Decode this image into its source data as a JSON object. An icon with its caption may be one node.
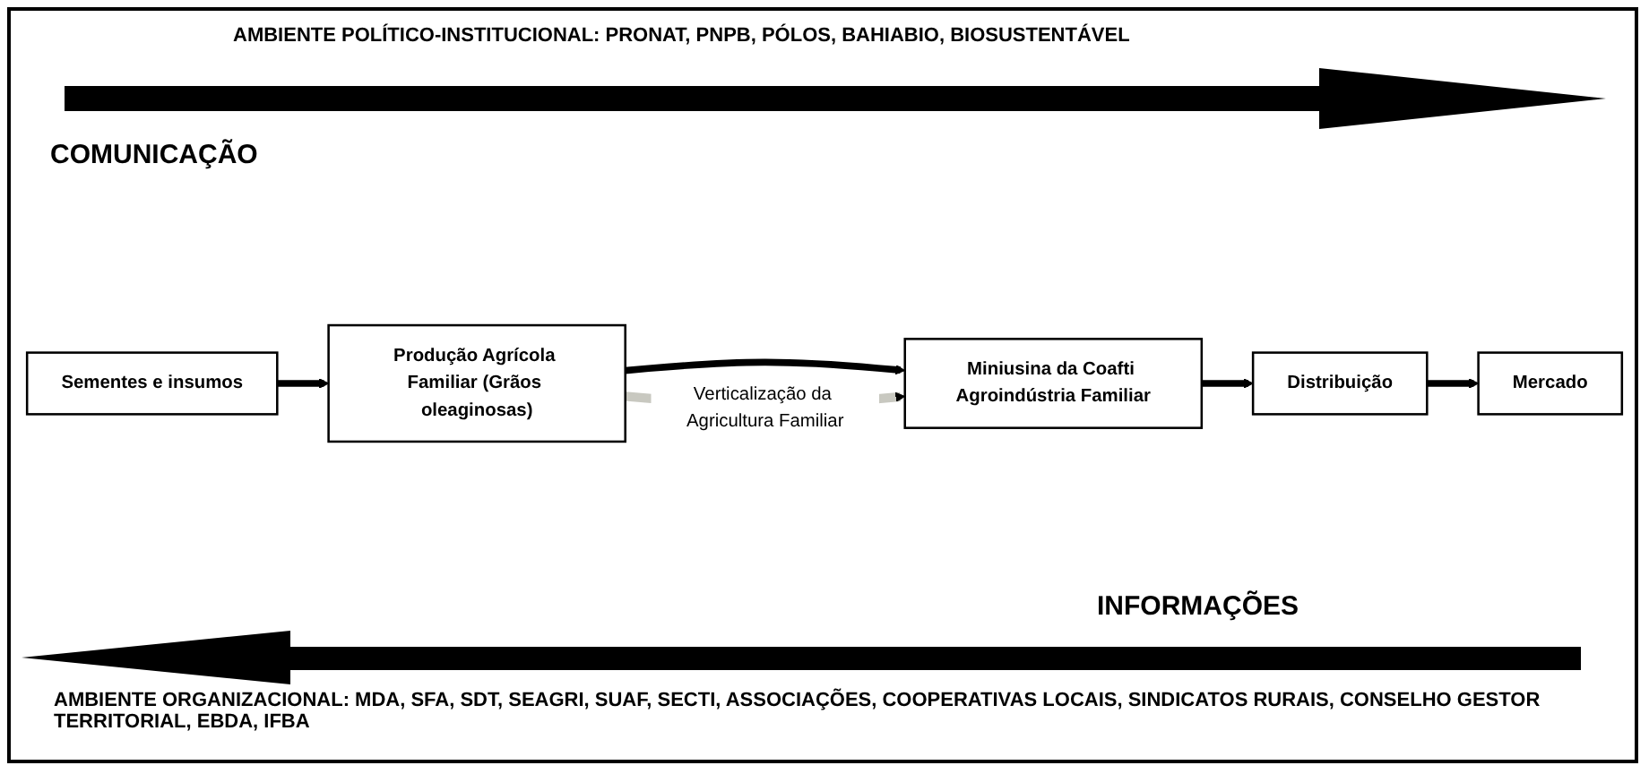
{
  "diagram": {
    "nodes": [
      {
        "text": [
          "Sementes e insumos"
        ]
      },
      {
        "text": [
          "Produção Agrícola Familiar (Grãos oleaginosas)"
        ]
      },
      {
        "text": [
          "Miniusina da Coafti Agroindústria Familiar"
        ]
      },
      {
        "text": [
          "Distribuição"
        ]
      },
      {
        "text": [
          "Mercado"
        ]
      }
    ],
    "edges": [
      {
        "from": 0,
        "to": 1,
        "arrow": "to"
      },
      {
        "from": 1,
        "to": 2,
        "arrow": "to"
      },
      {
        "from": 1,
        "to": 2,
        "arrow": "to",
        "label": "Verticalização da Agricultura Familiar",
        "color": "#c8c8c0"
      },
      {
        "from": 2,
        "to": 3,
        "arrow": "to"
      },
      {
        "from": 3,
        "to": 4,
        "arrow": "to"
      }
    ],
    "labels": [
      "AMBIENTE POLÍTICO-INSTITUCIONAL: PRONAT, PNPB, PÓLOS, BAHIABIO, BIOSUSTENTÁVEL",
      "COMUNICAÇÃO",
      "INFORMAÇÕES",
      "AMBIENTE ORGANIZACIONAL: MDA, SFA, SDT, SEAGRI, SUAF, SECTI, ASSOCIAÇÕES, COOPERATIVAS LOCAIS, SINDICATOS RURAIS, CONSELHO GESTOR TERRITORIAL, EBDA, IFBA"
    ]
  }
}
